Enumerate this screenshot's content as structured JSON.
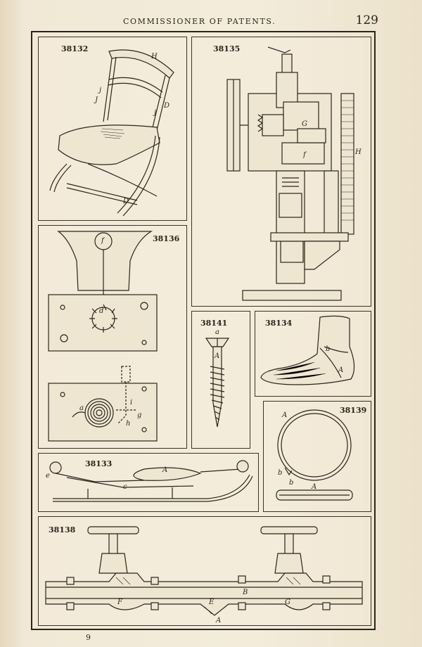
{
  "header": {
    "title": "COMMISSIONER OF PATENTS.",
    "page_number": "129"
  },
  "footer": {
    "signature_mark": "9"
  },
  "figures": [
    {
      "number": "38132",
      "labels": [
        "H",
        "j",
        "J",
        "j",
        "D",
        "D"
      ]
    },
    {
      "number": "38135",
      "labels": [
        "G",
        "f",
        "H"
      ]
    },
    {
      "number": "38136",
      "labels": [
        "f",
        "d",
        "a",
        "g",
        "h",
        "i"
      ]
    },
    {
      "number": "38141",
      "labels": [
        "a",
        "A"
      ]
    },
    {
      "number": "38134",
      "labels": [
        "b",
        "A"
      ]
    },
    {
      "number": "38139",
      "labels": [
        "A",
        "b",
        "b",
        "A"
      ]
    },
    {
      "number": "38133",
      "labels": [
        "A",
        "e",
        "c"
      ]
    },
    {
      "number": "38138",
      "labels": [
        "F",
        "B",
        "E",
        "G",
        "A"
      ]
    }
  ]
}
